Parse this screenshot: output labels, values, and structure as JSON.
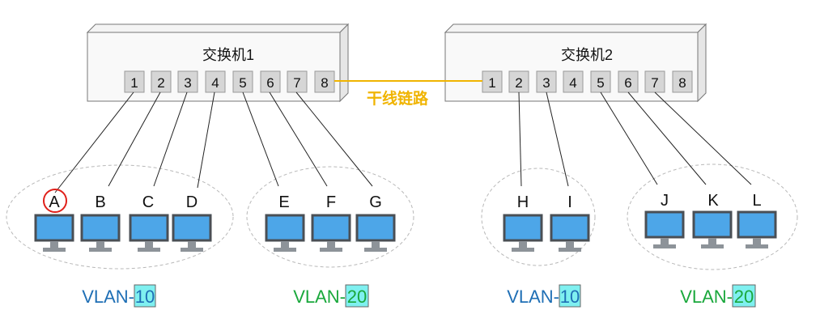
{
  "switches": [
    {
      "name": "交换机1",
      "ports": [
        "1",
        "2",
        "3",
        "4",
        "5",
        "6",
        "7",
        "8"
      ]
    },
    {
      "name": "交换机2",
      "ports": [
        "1",
        "2",
        "3",
        "4",
        "5",
        "6",
        "7",
        "8"
      ]
    }
  ],
  "trunk_label": "干线链路",
  "hosts": [
    {
      "label": "A",
      "highlighted": true
    },
    {
      "label": "B"
    },
    {
      "label": "C"
    },
    {
      "label": "D"
    },
    {
      "label": "E"
    },
    {
      "label": "F"
    },
    {
      "label": "G"
    },
    {
      "label": "H"
    },
    {
      "label": "I"
    },
    {
      "label": "J"
    },
    {
      "label": "K"
    },
    {
      "label": "L"
    }
  ],
  "vlan_groups": [
    {
      "prefix": "VLAN-",
      "id": "10",
      "color": "#1f6fb5"
    },
    {
      "prefix": "VLAN-",
      "id": "20",
      "color": "#1aa83c"
    },
    {
      "prefix": "VLAN-",
      "id": "10",
      "color": "#1f6fb5"
    },
    {
      "prefix": "VLAN-",
      "id": "20",
      "color": "#1aa83c"
    }
  ],
  "colors": {
    "trunk": "#f0b400",
    "highlight_box": "#7ff0f0",
    "circle_mark": "#e0201a",
    "monitor": "#4da6e8"
  }
}
